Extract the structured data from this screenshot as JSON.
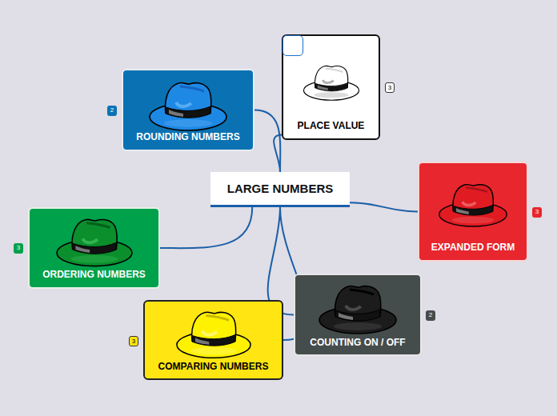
{
  "diagram": {
    "nodes": [
      {
        "text": [
          "PLACE VALUE"
        ]
      },
      {
        "text": [
          "ROUNDING NUMBERS"
        ]
      },
      {
        "text": [
          "EXPANDED FORM"
        ]
      },
      {
        "text": [
          "LARGE NUMBERS"
        ]
      },
      {
        "text": [
          "ORDERING NUMBERS"
        ]
      },
      {
        "text": [
          "COUNTING ON / OFF"
        ]
      },
      {
        "text": [
          "COMPARING NUMBERS"
        ]
      }
    ],
    "edges": [
      {
        "from": 3,
        "to": 0,
        "arrow": "none"
      },
      {
        "from": 3,
        "to": 1,
        "arrow": "none"
      },
      {
        "from": 3,
        "to": 2,
        "arrow": "none"
      },
      {
        "from": 3,
        "to": 4,
        "arrow": "none"
      },
      {
        "from": 3,
        "to": 5,
        "arrow": "none"
      },
      {
        "from": 3,
        "to": 6,
        "arrow": "none"
      }
    ],
    "labels": [
      "3",
      "2",
      "3",
      "3",
      "2",
      "3"
    ]
  }
}
